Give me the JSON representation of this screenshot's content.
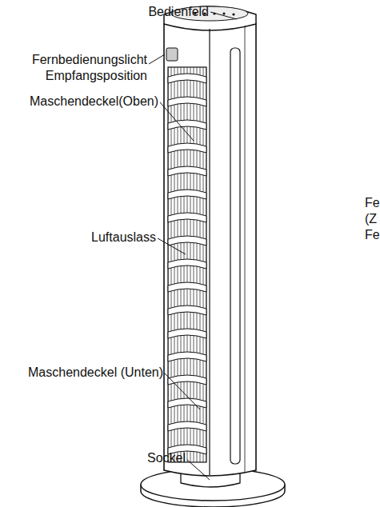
{
  "diagram": {
    "labels": [
      "Bedienfeld",
      "Fernbedienungslicht Empfangsposition",
      "Maschendeckel(Oben)",
      "Luftauslass",
      "Maschendeckel (Unten)",
      "Sockel",
      "Fe",
      "(Z",
      "Fe"
    ]
  }
}
